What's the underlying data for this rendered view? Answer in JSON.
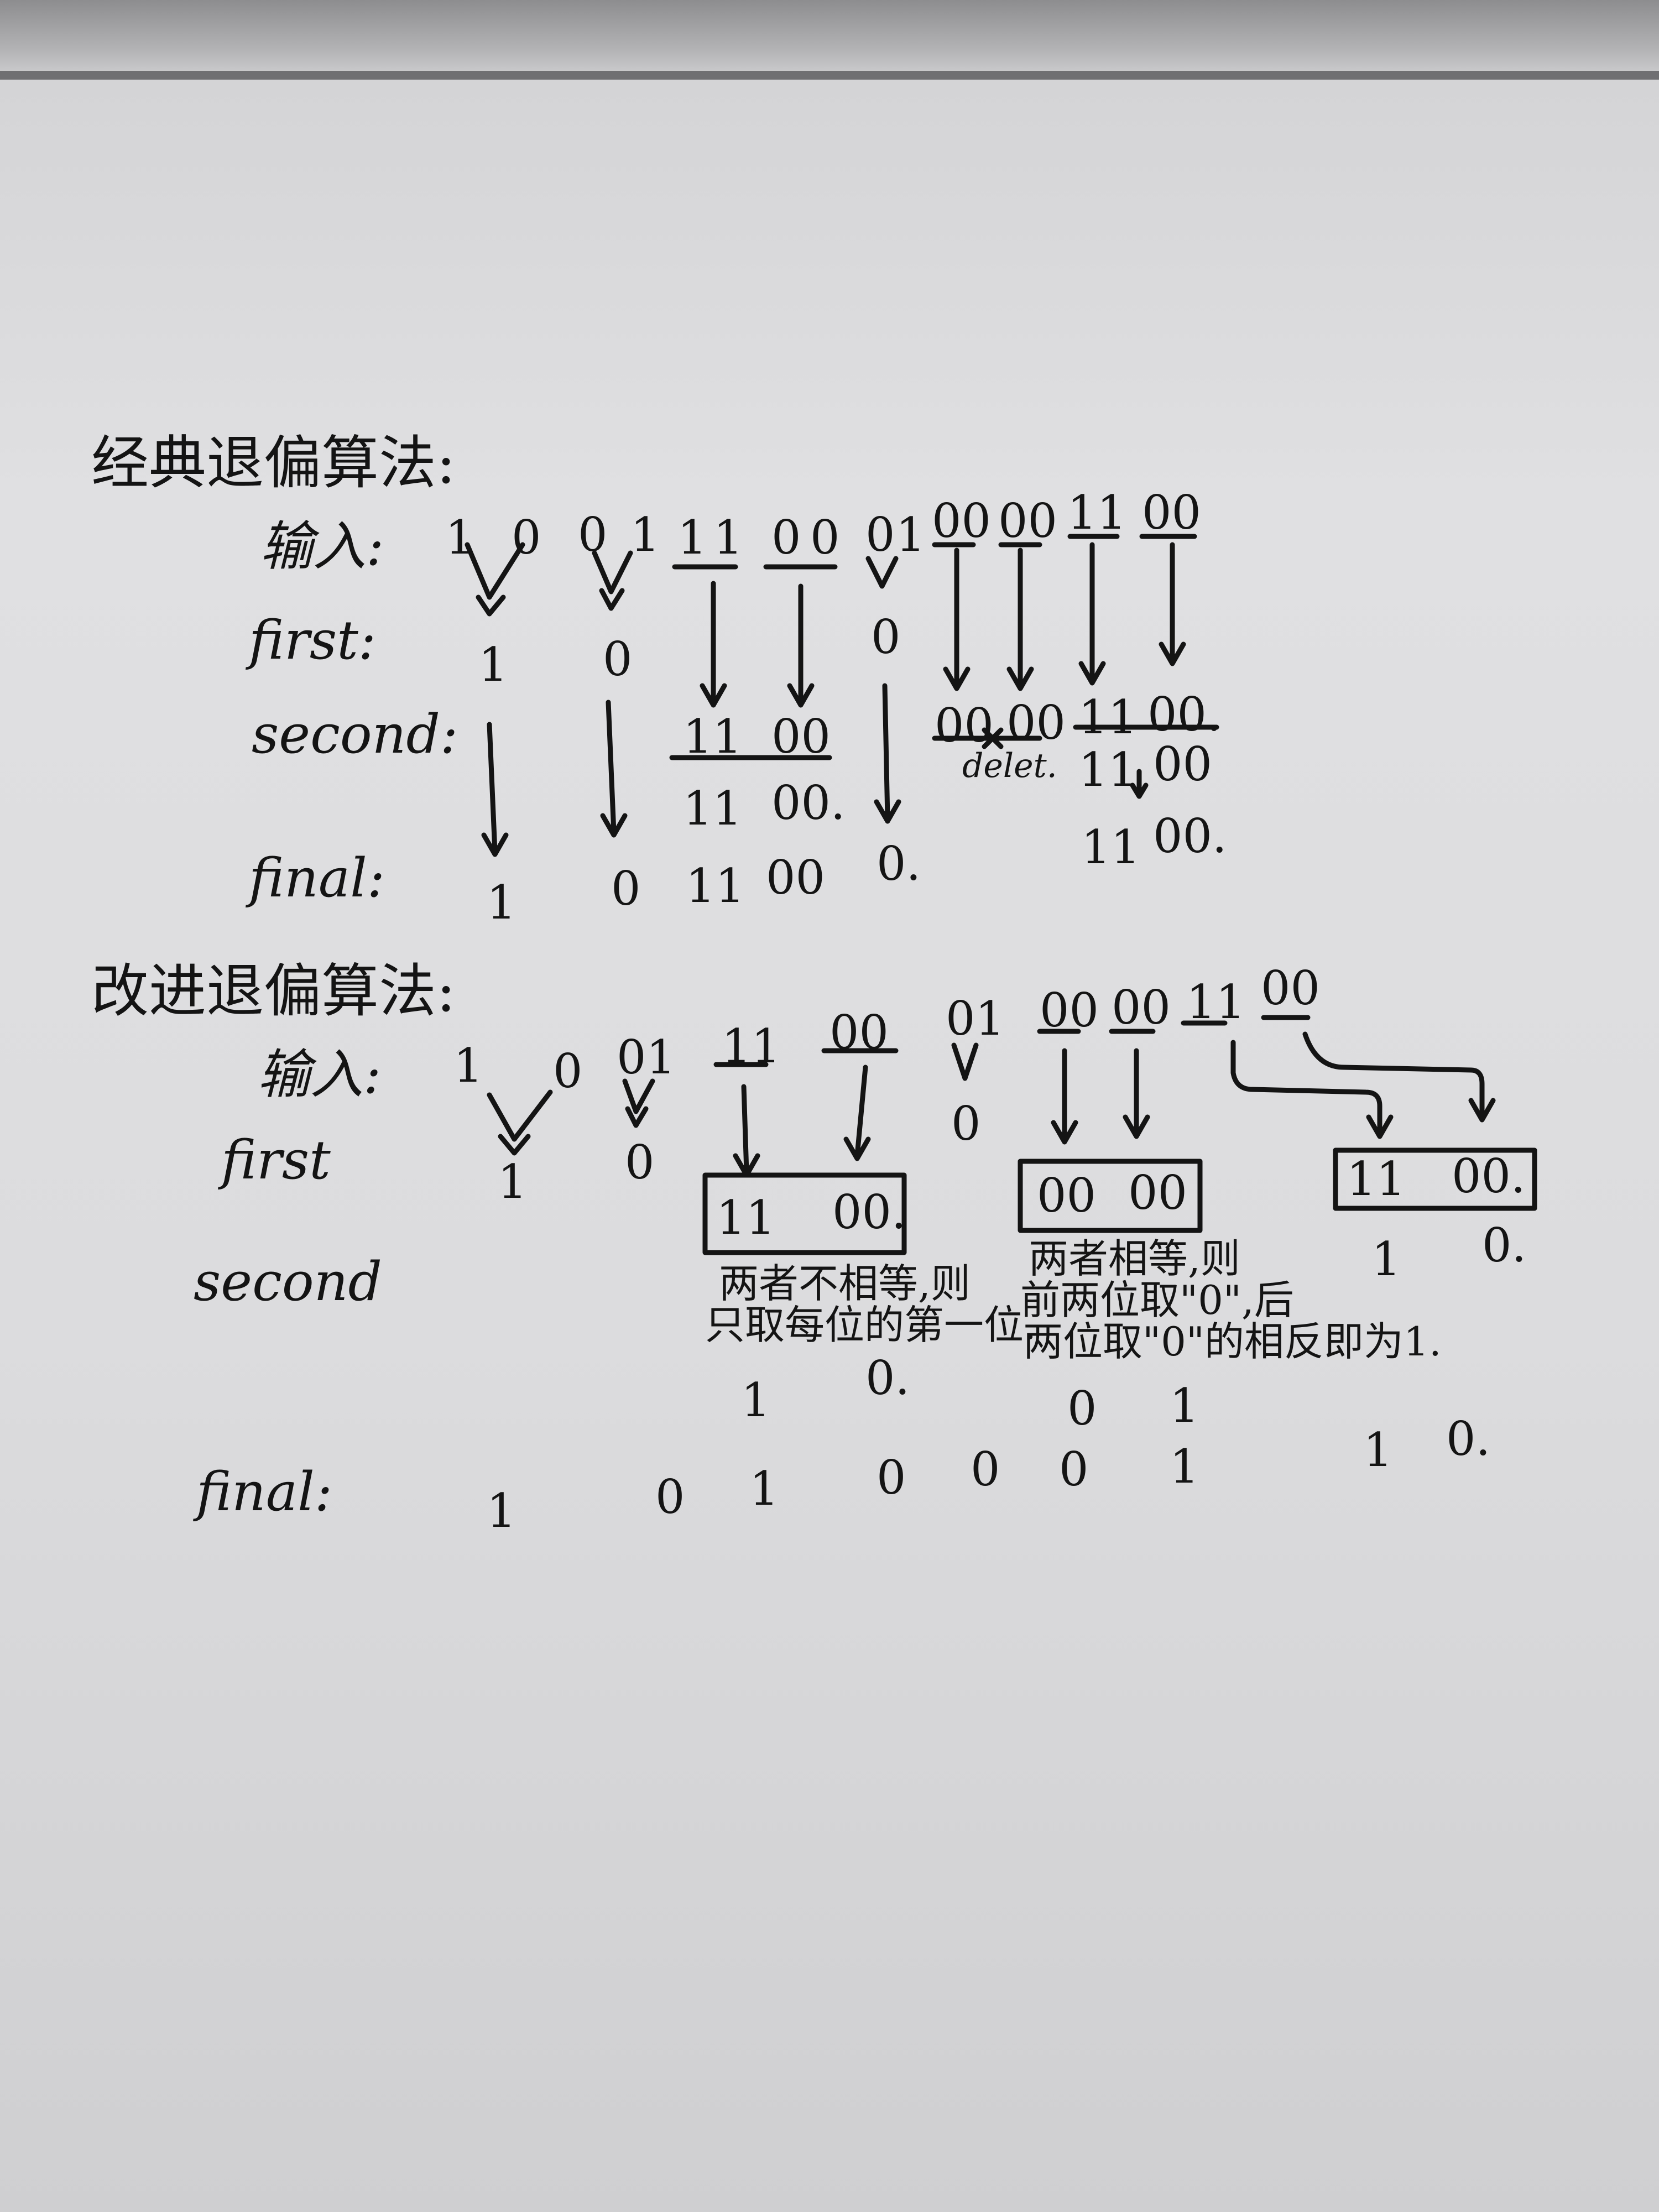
{
  "classic": {
    "title": "经典退偏算法:",
    "labels": {
      "input": "输入:",
      "first": "first:",
      "second": "second:",
      "final": "final:"
    },
    "input": [
      "1",
      "0",
      "0",
      "1",
      "1",
      "1",
      "0",
      "0",
      "0",
      "1",
      "00",
      "00",
      "11",
      "00"
    ],
    "first": [
      "1",
      "0",
      "0"
    ],
    "second": {
      "row1a": "11",
      "row1b": "00",
      "row2a": "11",
      "row2b": "00.",
      "del_a": "00",
      "del_b": "00",
      "delete": "delet.",
      "r11": "11",
      "r00": "00.",
      "r11b": "11",
      "r00b": "00",
      "r11c": "11",
      "r00c": "00."
    },
    "final": [
      "1",
      "0",
      "11",
      "00",
      "0.",
      "11",
      "00."
    ]
  },
  "improved": {
    "title": "改进退偏算法:",
    "labels": {
      "input": "输入:",
      "first": "first",
      "second": "second",
      "final": "final:"
    },
    "input": [
      "1",
      "0",
      "01",
      "11",
      "00",
      "01",
      "00",
      "00",
      "11",
      "00"
    ],
    "first": [
      "1",
      "0",
      "0"
    ],
    "box1": {
      "a": "11",
      "b": "00."
    },
    "box2": {
      "a": "00",
      "b": "00"
    },
    "box3": {
      "a": "11",
      "b": "00."
    },
    "note1": [
      "两者不相等,则",
      "只取每位的第一位."
    ],
    "note2": [
      "两者相等,则",
      "前两位取\"0\",后",
      "两位取\"0\"的相反即为1."
    ],
    "sub1": [
      "1",
      "0."
    ],
    "sub2": [
      "0",
      "1"
    ],
    "sub3": [
      "1",
      "0."
    ],
    "final": [
      "1",
      "0",
      "1",
      "0",
      "0",
      "0",
      "1",
      "1",
      "0."
    ]
  }
}
